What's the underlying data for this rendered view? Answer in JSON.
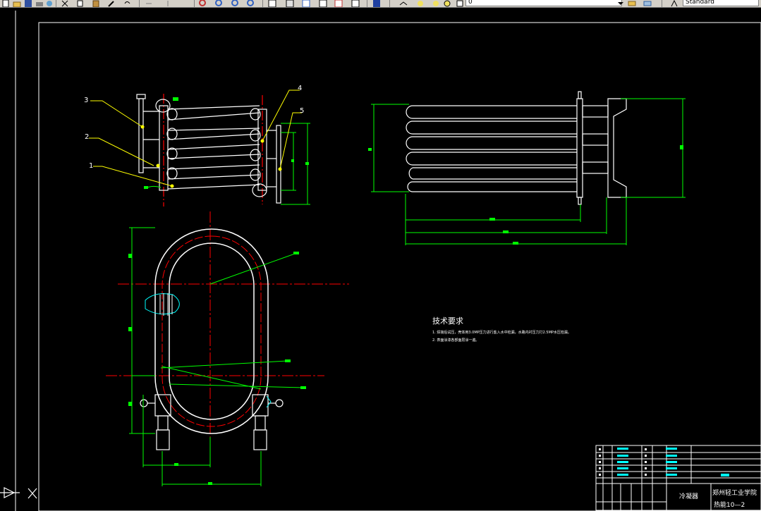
{
  "toolbar": {
    "layer_value": "0",
    "text_style_value": "Standard",
    "icons": [
      "new-icon",
      "open-icon",
      "save-icon",
      "print-icon",
      "preview-icon",
      "cut-icon",
      "copy-icon",
      "paste-icon",
      "match-prop-icon",
      "undo-icon",
      "redo-icon",
      "pan-icon",
      "zoom-realtime-icon",
      "zoom-window-icon",
      "zoom-previous-icon",
      "properties-icon",
      "design-center-icon",
      "tool-palette-icon",
      "sheet-set-icon",
      "markup-icon",
      "calculator-icon",
      "help-icon",
      "layer-manager-icon",
      "layer-state-icon",
      "layer-previous-icon",
      "style-icon"
    ]
  },
  "drawing": {
    "balloon_labels": [
      "3",
      "2",
      "1",
      "4",
      "5"
    ],
    "tech_requirements": {
      "title": "技术要求",
      "line1": "1. 焊接后试压，壳体用3.0MP压力进行盐入水中检漏，水路内衬压力打2.5MP水压检漏。",
      "line2": "2. 表面涂漆各部面层涂一遍。"
    },
    "title_block": {
      "drawing_name": "冷凝器",
      "institute": "郑州轻工业学院",
      "drawing_number": "热能10—2"
    }
  },
  "colors": {
    "background": "#000000",
    "geometry": "#ffffff",
    "dimension": "#00ff00",
    "centerline": "#ff0000",
    "leader": "#ffff00",
    "frame": "#ffffff",
    "accent": "#00ffff"
  }
}
